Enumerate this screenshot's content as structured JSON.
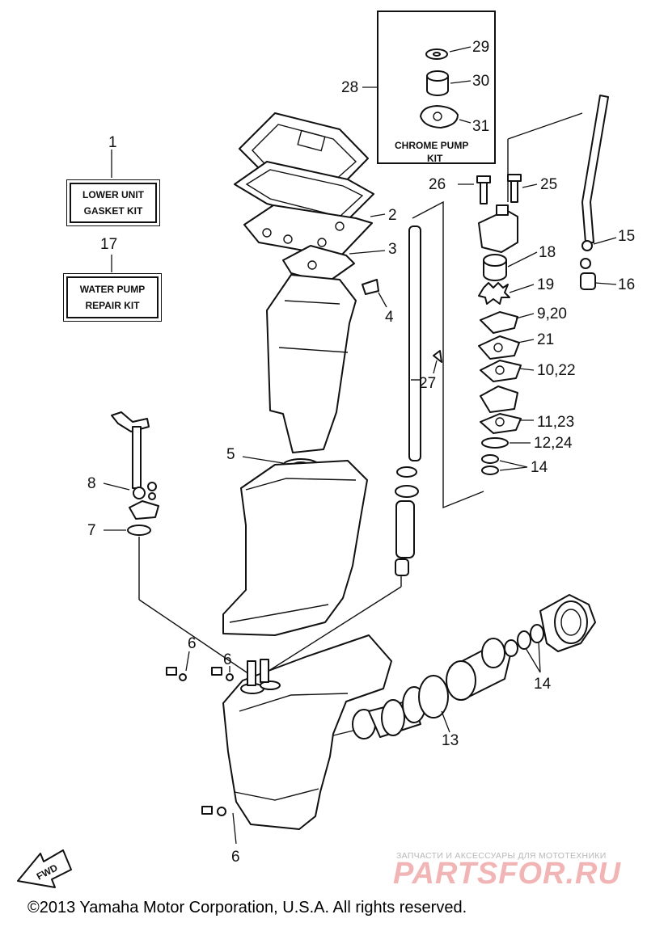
{
  "kits": {
    "lower_unit": {
      "ref": "1",
      "line1": "LOWER UNIT",
      "line2": "GASKET KIT"
    },
    "water_pump": {
      "ref": "17",
      "line1": "WATER PUMP",
      "line2": "REPAIR KIT"
    },
    "chrome_pump": {
      "ref": "28",
      "line1": "CHROME PUMP",
      "line2": "KIT"
    }
  },
  "callouts": {
    "c2": "2",
    "c3": "3",
    "c4": "4",
    "c5": "5",
    "c6a": "6",
    "c6b": "6",
    "c6c": "6",
    "c7": "7",
    "c8": "8",
    "c9": "9,20",
    "c10": "10,22",
    "c11": "11,23",
    "c12": "12,24",
    "c13": "13",
    "c14a": "14",
    "c14b": "14",
    "c15": "15",
    "c16": "16",
    "c18": "18",
    "c19": "19",
    "c21": "21",
    "c25": "25",
    "c26": "26",
    "c27": "27",
    "c29": "29",
    "c30": "30",
    "c31": "31"
  },
  "fwd_label": "FWD",
  "watermark": {
    "small": "ЗАПЧАСТИ И АКСЕССУАРЫ ДЛЯ МОТОТЕХНИКИ",
    "big": "PARTSFOR.RU"
  },
  "copyright": "©2013 Yamaha Motor Corporation, U.S.A. All rights reserved."
}
